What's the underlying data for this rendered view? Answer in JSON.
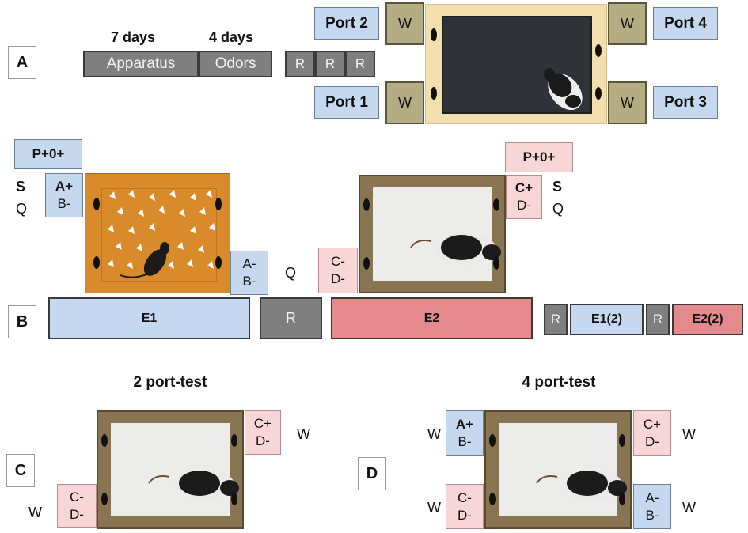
{
  "panelA": {
    "label": "A",
    "days_apparatus": "7 days",
    "days_odors": "4 days",
    "bar_apparatus": "Apparatus",
    "bar_odors": "Odors",
    "r_boxes": [
      "R",
      "R",
      "R"
    ],
    "ports": {
      "port2": "Port 2",
      "port4": "Port 4",
      "port1": "Port 1",
      "port3": "Port 3"
    },
    "water": "W"
  },
  "panelB": {
    "label": "B",
    "p_left": "P+0+",
    "p_right": "P+0+",
    "s_left": "S",
    "q_left": "Q",
    "s_right": "S",
    "q_right": "Q",
    "q_mid": "Q",
    "e1_box1": {
      "top": "A+",
      "bottom": "B-"
    },
    "e1_box2": {
      "top": "A-",
      "bottom": "B-"
    },
    "e2_box1": {
      "top": "C+",
      "bottom": "D-"
    },
    "e2_box2": {
      "top": "C-",
      "bottom": "D-"
    },
    "bar_e1": "E1",
    "bar_r": "R",
    "bar_e2": "E2",
    "small_r1": "R",
    "bar_e1_2": "E1(2)",
    "small_r2": "R",
    "bar_e2_2": "E2(2)"
  },
  "panelC": {
    "label": "C",
    "title": "2 port-test",
    "box_top": {
      "top": "C+",
      "bottom": "D-"
    },
    "box_bottom": {
      "top": "C-",
      "bottom": "D-"
    },
    "w_top": "W",
    "w_bottom": "W"
  },
  "panelD": {
    "label": "D",
    "title": "4 port-test",
    "box_tl": {
      "top": "A+",
      "bottom": "B-"
    },
    "box_tr": {
      "top": "C+",
      "bottom": "D-"
    },
    "box_bl": {
      "top": "C-",
      "bottom": "D-"
    },
    "box_br": {
      "top": "A-",
      "bottom": "B-"
    },
    "w_tl": "W",
    "w_tr": "W",
    "w_bl": "W",
    "w_br": "W"
  },
  "colors": {
    "blue": "#c5d8ef",
    "pink": "#f8d5d6",
    "e2_red": "#e58a8c",
    "gray": "#7f7f7f",
    "water_olive": "#b4ac83",
    "orange_arena": "#d98a2b"
  }
}
